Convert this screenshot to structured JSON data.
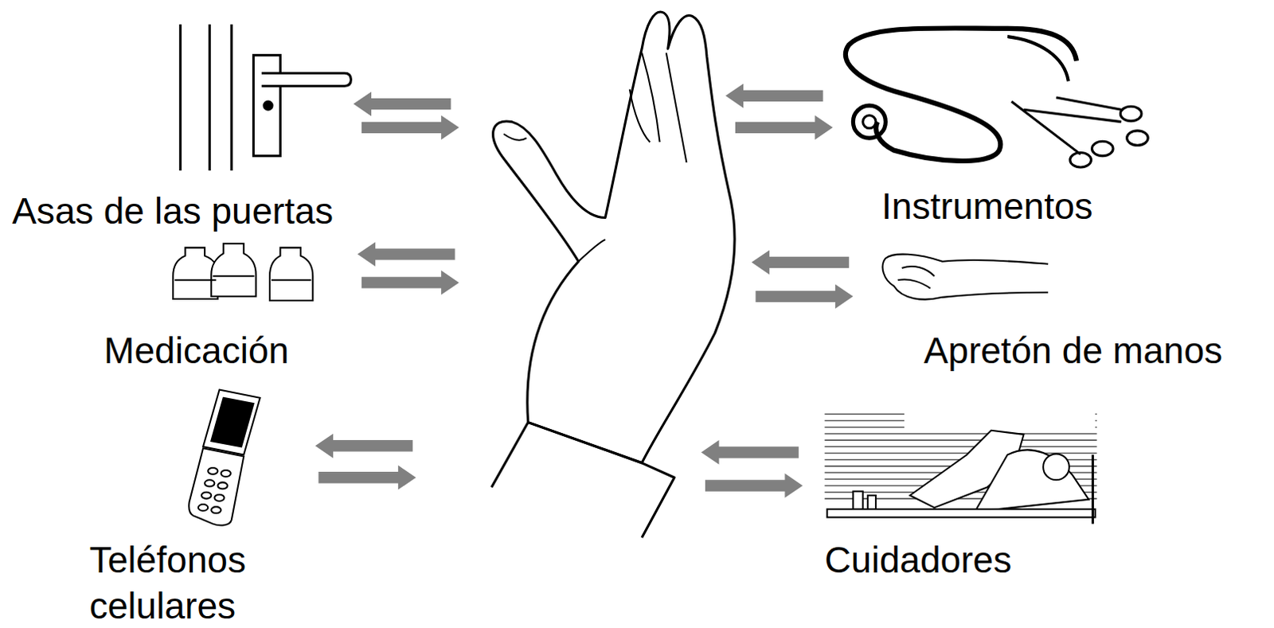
{
  "diagram": {
    "labels": [
      "Asas de las puertas",
      "Instrumentos",
      "Medicación",
      "Apretón de manos",
      "Teléfonos celulares",
      "Cuidadores"
    ]
  }
}
